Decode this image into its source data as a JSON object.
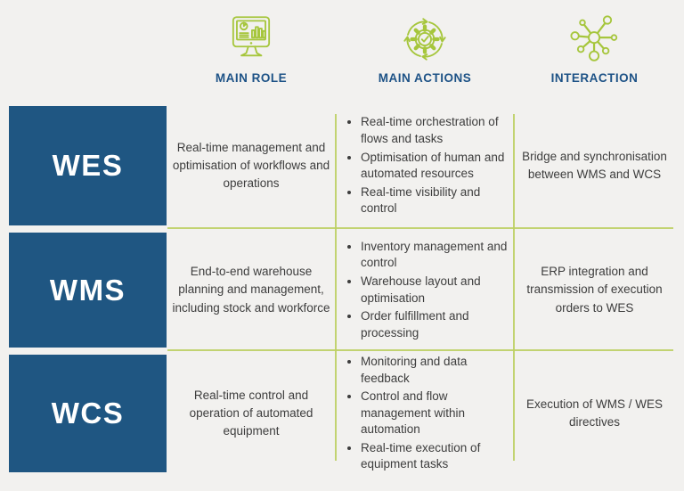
{
  "header": {
    "columns": [
      {
        "label": "MAIN ROLE",
        "icon": "monitor-chart-icon"
      },
      {
        "label": "MAIN ACTIONS",
        "icon": "gear-check-icon"
      },
      {
        "label": "INTERACTION",
        "icon": "network-hub-icon"
      }
    ]
  },
  "rows": [
    {
      "system": "WES",
      "main_role": "Real-time management and optimisation of workflows and operations",
      "main_actions": [
        "Real-time orchestration of flows and tasks",
        "Optimisation of human and automated resources",
        "Real-time visibility and control"
      ],
      "interaction": "Bridge and synchronisation between WMS and WCS"
    },
    {
      "system": "WMS",
      "main_role": "End-to-end warehouse planning and management, including stock and workforce",
      "main_actions": [
        "Inventory management and control",
        "Warehouse layout and optimisation",
        "Order fulfillment and processing"
      ],
      "interaction": "ERP integration and transmission of execution orders to WES"
    },
    {
      "system": "WCS",
      "main_role": "Real-time control and operation of automated equipment",
      "main_actions": [
        "Monitoring and data feedback",
        "Control and flow management within automation",
        "Real-time execution of equipment tasks"
      ],
      "interaction": "Execution of WMS / WES directives"
    }
  ],
  "colors": {
    "background": "#f2f1ef",
    "primary_blue": "#1f5682",
    "heading_blue": "#1d5286",
    "accent_green": "#a6c63c",
    "line_green": "#bccf63",
    "body_text": "#3d3d3d",
    "system_label_text": "#ffffff"
  }
}
